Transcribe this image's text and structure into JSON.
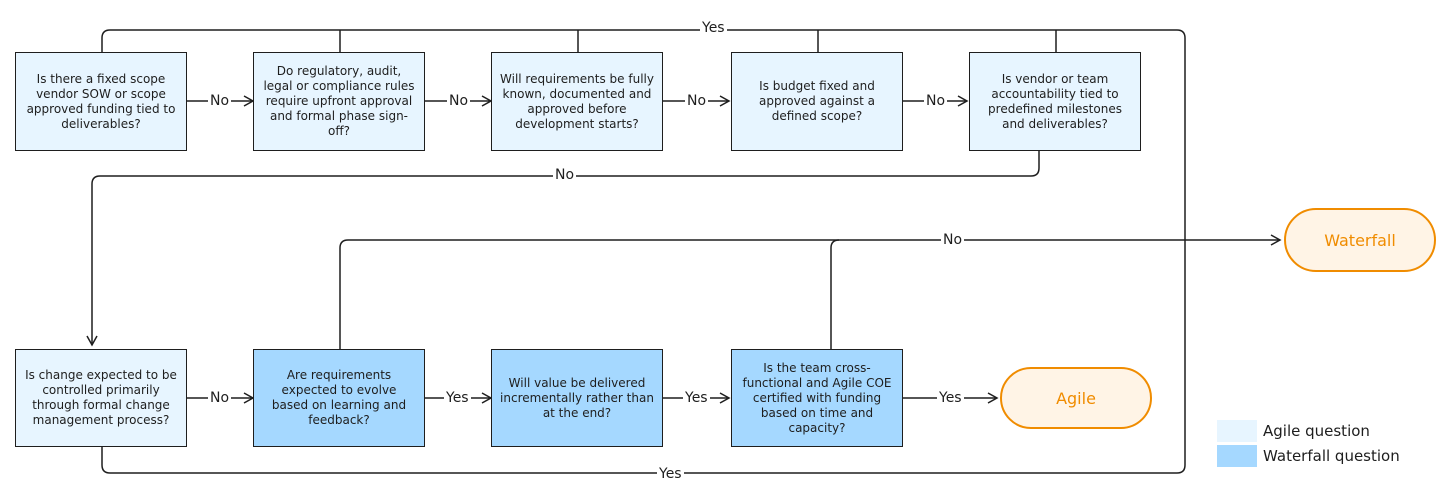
{
  "questions": {
    "q1": "Is there a fixed scope vendor SOW or scope approved funding tied to deliverables?",
    "q2": "Do regulatory, audit, legal or compliance rules require upfront approval and formal phase sign-off?",
    "q3": "Will requirements be fully known, documented and approved before development starts?",
    "q4": "Is budget fixed and approved against a defined scope?",
    "q5": "Is vendor or team accountability tied to predefined milestones and deliverables?",
    "q6": "Is change expected to be controlled primarily through formal change management process?",
    "q7": "Are requirements expected to evolve based on learning and feedback?",
    "q8": "Will value be delivered incrementally rather than at the end?",
    "q9": "Is the team cross-functional and Agile COE certified with funding based on time and capacity?"
  },
  "outcomes": {
    "waterfall": "Waterfall",
    "agile": "Agile"
  },
  "edges": {
    "yes": "Yes",
    "no": "No"
  },
  "legend": {
    "agile": "Agile question",
    "waterfall": "Waterfall question"
  },
  "colors": {
    "agile_question": "#e7f5ff",
    "waterfall_question": "#a5d8ff",
    "outcome_stroke": "#f08c00",
    "outcome_fill": "#fff4e6"
  }
}
